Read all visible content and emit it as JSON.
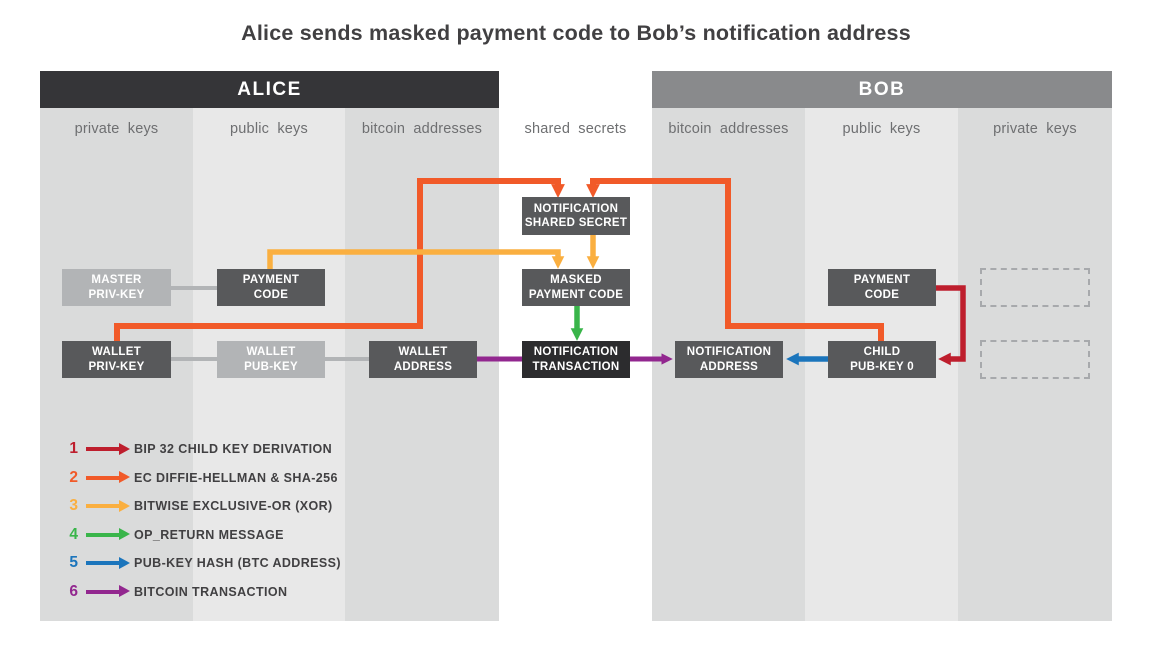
{
  "title": "Alice sends masked payment code to Bob’s notification address",
  "alice": {
    "header": "ALICE",
    "columns": [
      "private keys",
      "public keys",
      "bitcoin addresses"
    ]
  },
  "bob": {
    "header": "BOB",
    "columns": [
      "bitcoin addresses",
      "public keys",
      "private keys"
    ]
  },
  "center_column_label": "shared secrets",
  "boxes": {
    "master_priv_key": "MASTER\nPRIV-KEY",
    "payment_code_alice": "PAYMENT\nCODE",
    "wallet_priv_key": "WALLET\nPRIV-KEY",
    "wallet_pub_key": "WALLET\nPUB-KEY",
    "wallet_address": "WALLET\nADDRESS",
    "notification_shared_secret": "NOTIFICATION\nSHARED SECRET",
    "masked_payment_code": "MASKED\nPAYMENT CODE",
    "notification_transaction": "NOTIFICATION\nTRANSACTION",
    "notification_address": "NOTIFICATION\nADDRESS",
    "child_pub_key_0": "CHILD\nPUB-KEY 0",
    "payment_code_bob": "PAYMENT\nCODE"
  },
  "legend": [
    {
      "number": "1",
      "color": "red",
      "label": "BIP 32 CHILD KEY DERIVATION"
    },
    {
      "number": "2",
      "color": "orange",
      "label": "EC DIFFIE-HELLMAN & SHA-256"
    },
    {
      "number": "3",
      "color": "amber",
      "label": "BITWISE EXCLUSIVE-OR (XOR)"
    },
    {
      "number": "4",
      "color": "green",
      "label": "OP_RETURN MESSAGE"
    },
    {
      "number": "5",
      "color": "blue",
      "label": "PUB-KEY HASH (BTC ADDRESS)"
    },
    {
      "number": "6",
      "color": "purple",
      "label": "BITCOIN TRANSACTION"
    }
  ],
  "colors": {
    "red": "#be1e2d",
    "orange": "#f15a29",
    "amber": "#faaf40",
    "green": "#39b54a",
    "blue": "#1b75bc",
    "purple": "#92278f",
    "alice-header": "#353538",
    "bob-header": "#898a8c",
    "box-dark": "#58595b",
    "box-darkest": "#2c2c2e",
    "box-light": "#b2b4b6",
    "col-dark": "#dadbdb",
    "col-light": "#e8e8e8"
  }
}
